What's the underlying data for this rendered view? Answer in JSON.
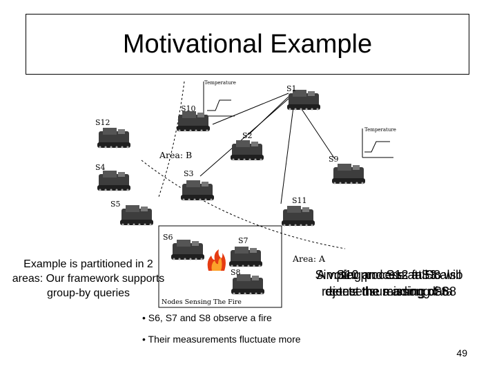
{
  "slide": {
    "title": "Motivational Example",
    "left_note": "Example is partitioned in 2 areas: Our framework supports group-by queries",
    "right_note_layers": [
      "A voting process at S8 will",
      "S10 and S12 fail to",
      "Simpler process at S3 also",
      "rejects the reading of S8",
      "detect the missing data",
      "consensus among S6"
    ],
    "bullets": [
      "• S6, S7 and S8 observe a fire",
      "• Their measurements fluctuate more"
    ],
    "page_number": "49"
  },
  "diagram": {
    "sensors": [
      "S1",
      "S2",
      "S3",
      "S4",
      "S5",
      "S6",
      "S7",
      "S8",
      "S9",
      "S10",
      "S11",
      "S12"
    ],
    "area_a_label": "Area: A",
    "area_b_label": "Area: B",
    "fire_caption": "Nodes Sensing The Fire",
    "chart_label_top": "Temperature",
    "chart_label_right": "Temperature",
    "fire_icon": "fire-icon"
  }
}
